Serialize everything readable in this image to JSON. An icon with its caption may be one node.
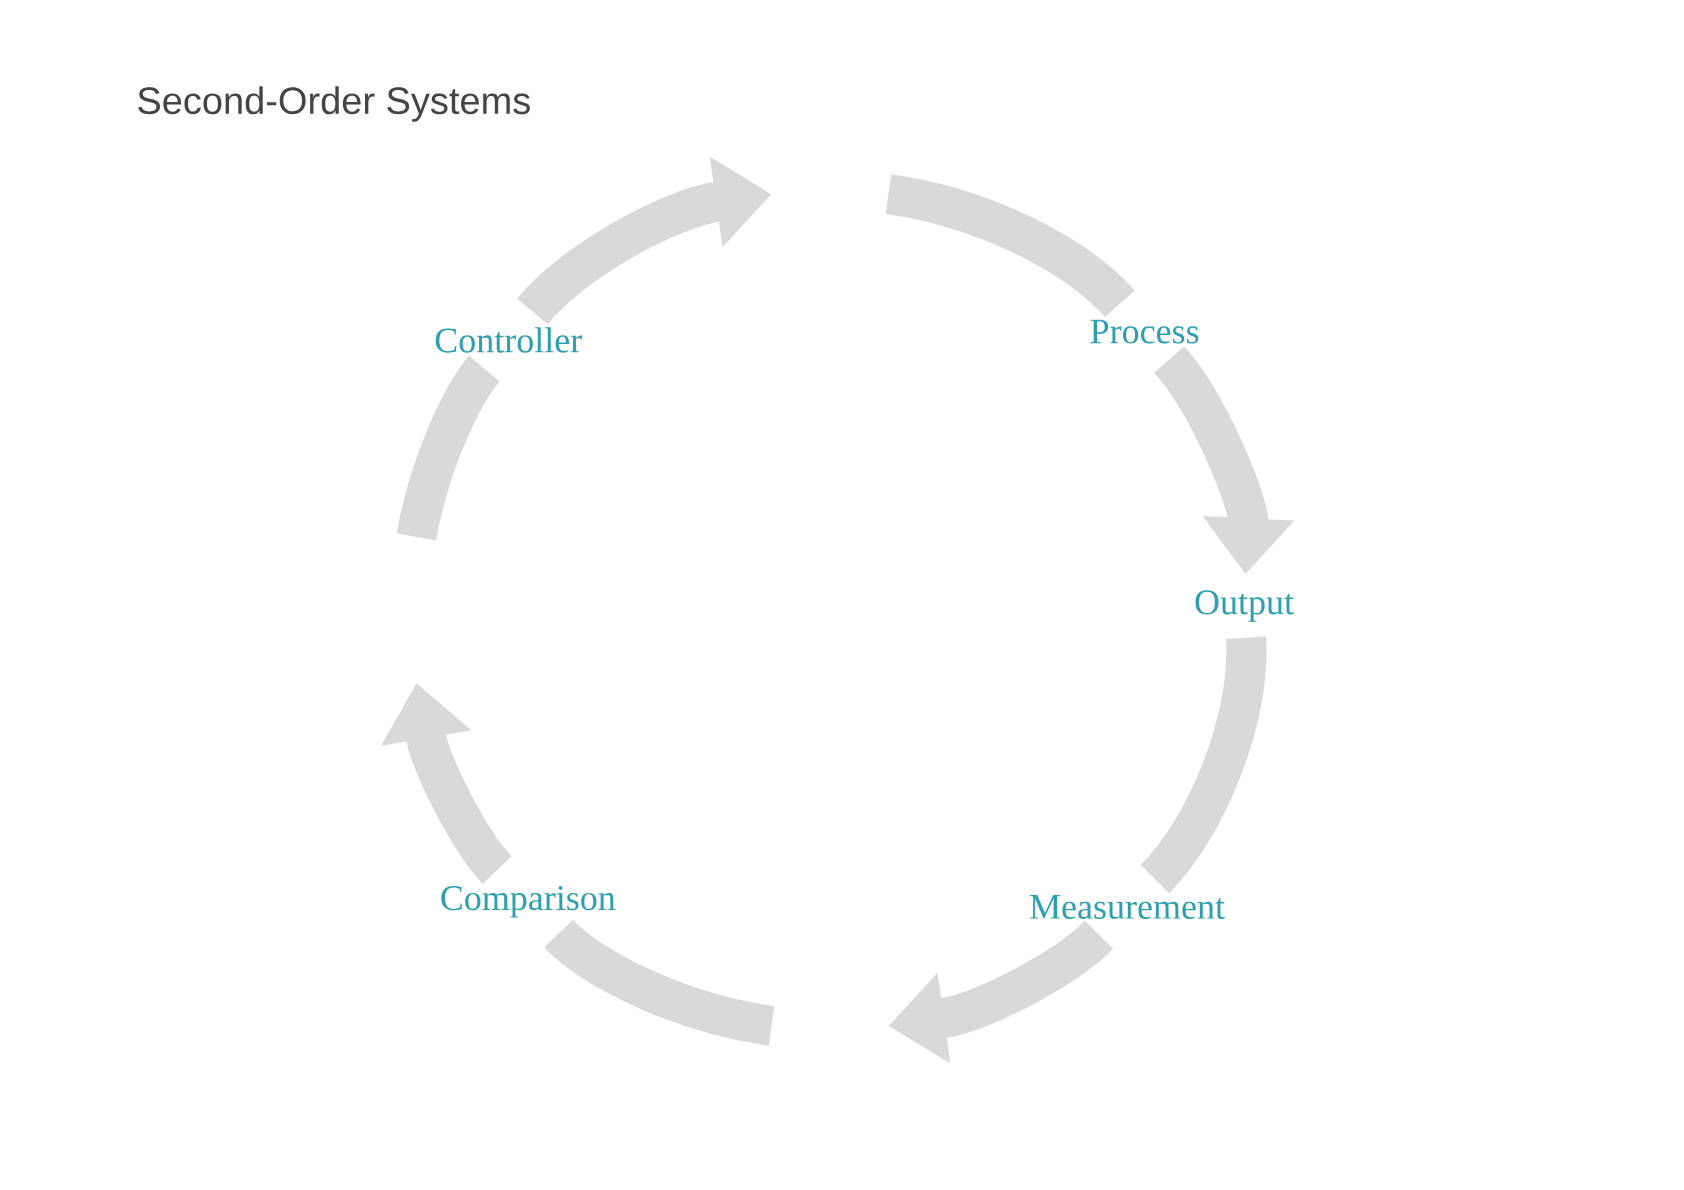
{
  "diagram": {
    "title": "Second-Order Systems",
    "nodes": [
      {
        "text": [
          "Controller"
        ]
      },
      {
        "text": [
          "Process"
        ]
      },
      {
        "text": [
          "Output"
        ]
      },
      {
        "text": [
          "Comparison"
        ]
      },
      {
        "text": [
          "Measurement"
        ]
      }
    ],
    "edges": [
      {
        "from": null,
        "to": 0,
        "arrow": "none"
      },
      {
        "from": 0,
        "to": null,
        "arrow": "to"
      },
      {
        "from": null,
        "to": 1,
        "arrow": "none"
      },
      {
        "from": 1,
        "to": 2,
        "arrow": "to"
      },
      {
        "from": 2,
        "to": 4,
        "arrow": "none"
      },
      {
        "from": 4,
        "to": null,
        "arrow": "to"
      },
      {
        "from": null,
        "to": 3,
        "arrow": "none"
      },
      {
        "from": 3,
        "to": null,
        "arrow": "to"
      }
    ]
  }
}
